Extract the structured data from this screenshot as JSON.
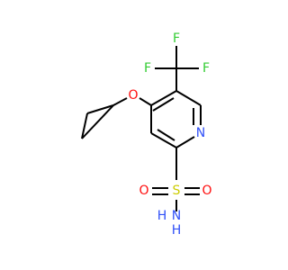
{
  "colors": {
    "bond": "#000000",
    "fluorine": "#33cc33",
    "oxygen": "#ff0d0d",
    "nitrogen": "#3050f8",
    "sulfur": "#cccc00",
    "hydrogen": "#3050f8"
  },
  "atoms": {
    "f_top": "F",
    "f_left": "F",
    "f_right": "F",
    "o_ether": "O",
    "n_ring": "N",
    "s_sulfonyl": "S",
    "o_sulfonyl_left": "O",
    "o_sulfonyl_right": "O",
    "n_amine": "N",
    "h_amine": "H",
    "h_amine_2": "H"
  }
}
